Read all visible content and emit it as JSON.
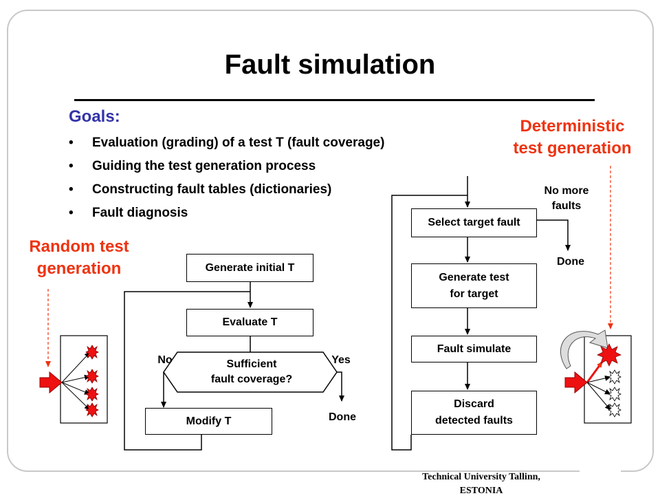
{
  "title": "Fault simulation",
  "goals": {
    "heading": "Goals:",
    "bullets": [
      "Evaluation (grading) of a test T (fault coverage)",
      "Guiding the test generation process",
      "Constructing fault tables (dictionaries)",
      "Fault diagnosis"
    ],
    "bullet_symbol": "•"
  },
  "random": {
    "label": "Random test\ngeneration",
    "flow": {
      "generate_initial": "Generate initial T",
      "evaluate": "Evaluate T",
      "decision": "Sufficient\nfault coverage?",
      "no": "No",
      "yes": "Yes",
      "modify": "Modify T",
      "done": "Done"
    }
  },
  "deterministic": {
    "label": "Deterministic\ntest generation",
    "flow": {
      "select": "Select target fault",
      "no_more": "No more\nfaults",
      "done": "Done",
      "generate": "Generate test\nfor target",
      "simulate": "Fault simulate",
      "discard": "Discard\ndetected faults"
    }
  },
  "footer": "Technical University Tallinn,\nESTONIA",
  "colors": {
    "accent_red": "#ee3311",
    "goals_blue": "#3333aa",
    "frame_gray": "#c8c8c8"
  }
}
